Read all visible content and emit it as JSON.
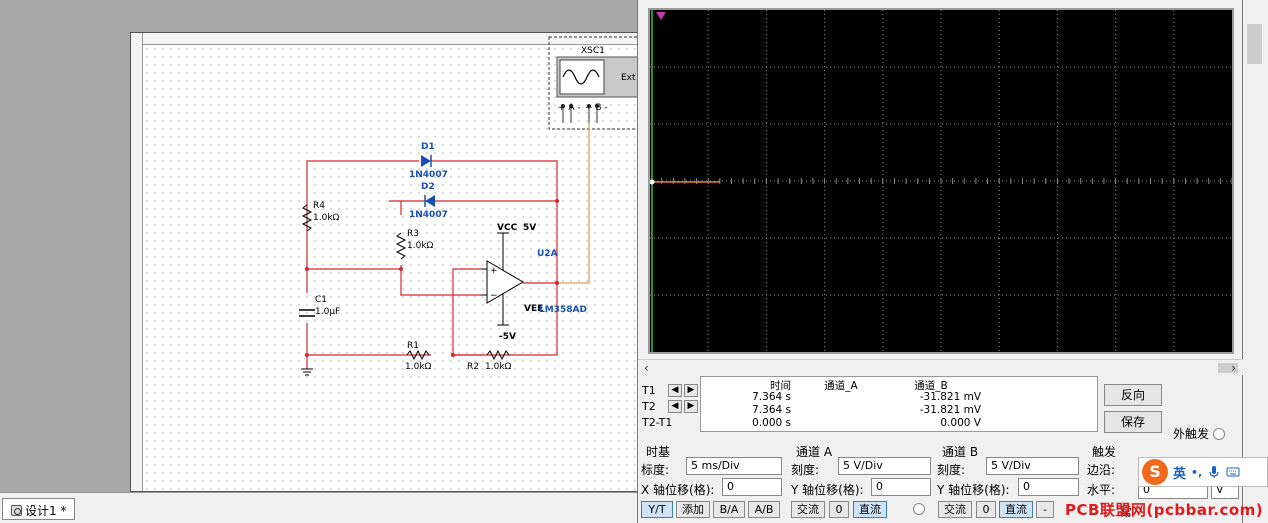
{
  "tab": {
    "label": "设计1 *"
  },
  "schematic": {
    "scope_label": "XSC1",
    "scope_ext_trig": "Ext Trig",
    "d1_ref": "D1",
    "d1_model": "1N4007",
    "d2_ref": "D2",
    "d2_model": "1N4007",
    "r4_ref": "R4",
    "r4_val": "1.0kΩ",
    "r3_ref": "R3",
    "r3_val": "1.0kΩ",
    "c1_ref": "C1",
    "c1_val": "1.0µF",
    "r1_ref": "R1",
    "r1_val": "1.0kΩ",
    "r2_ref": "R2",
    "r2_val": "1.0kΩ",
    "vcc_label": "VCC",
    "vcc_val": "5V",
    "vee_label": "VEE",
    "vee_val": "-5V",
    "opamp_ref": "U2A",
    "opamp_model": "LM358AD"
  },
  "readout": {
    "col_time": "时间",
    "col_cha": "通道_A",
    "col_chb": "通道_B",
    "rows": [
      {
        "label": "T1",
        "time": "7.364 s",
        "cha": "",
        "chb": "-31.821 mV"
      },
      {
        "label": "T2",
        "time": "7.364 s",
        "cha": "",
        "chb": "-31.821 mV"
      },
      {
        "label": "T2-T1",
        "time": "0.000 s",
        "cha": "",
        "chb": "0.000 V"
      }
    ]
  },
  "buttons": {
    "reverse": "反向",
    "save": "保存",
    "ext_trigger": "外触发"
  },
  "timebase": {
    "title": "时基",
    "scale_label": "标度:",
    "scale_value": "5 ms/Div",
    "xpos_label": "X 轴位移(格):",
    "xpos_value": "0",
    "mode_buttons": [
      "Y/T",
      "添加",
      "B/A",
      "A/B"
    ]
  },
  "channel_a": {
    "title": "通道 A",
    "scale_label": "刻度:",
    "scale_value": "5  V/Div",
    "ypos_label": "Y 轴位移(格):",
    "ypos_value": "0",
    "coupling": [
      "交流",
      "0",
      "直流"
    ]
  },
  "channel_b": {
    "title": "通道 B",
    "scale_label": "刻度:",
    "scale_value": "5  V/Div",
    "ypos_label": "Y 轴位移(格):",
    "ypos_value": "0",
    "coupling": [
      "交流",
      "0",
      "直流",
      "-"
    ]
  },
  "trigger": {
    "title": "触发",
    "edge_label": "边沿:",
    "level_label": "水平:",
    "level_value": "0",
    "level_unit": "V",
    "mode_partial": "常"
  },
  "ime": {
    "mode": "英",
    "punct": "•,",
    "logo": "S"
  },
  "watermark": "PCB联盟网(pcbbar.com)",
  "colors": {
    "trace_b": "#e2823a",
    "screen_bg": "#000000",
    "grid": "#8a8a8a",
    "wire": "#d8262e",
    "probe_wire": "#e0a050",
    "component_blue": "#1a4fb4"
  }
}
